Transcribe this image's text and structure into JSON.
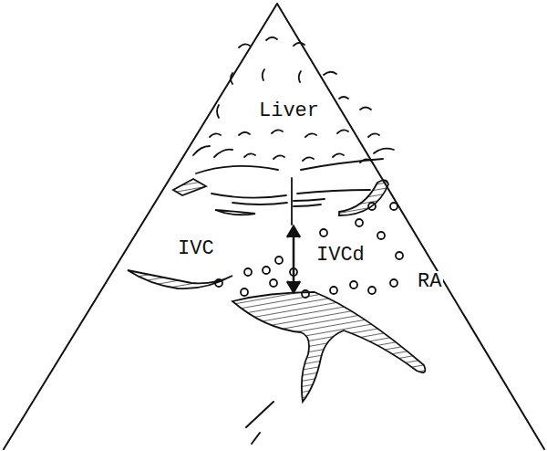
{
  "diagram": {
    "labels": [
      "Liver",
      "IVC",
      "IVCd",
      "RA"
    ]
  }
}
